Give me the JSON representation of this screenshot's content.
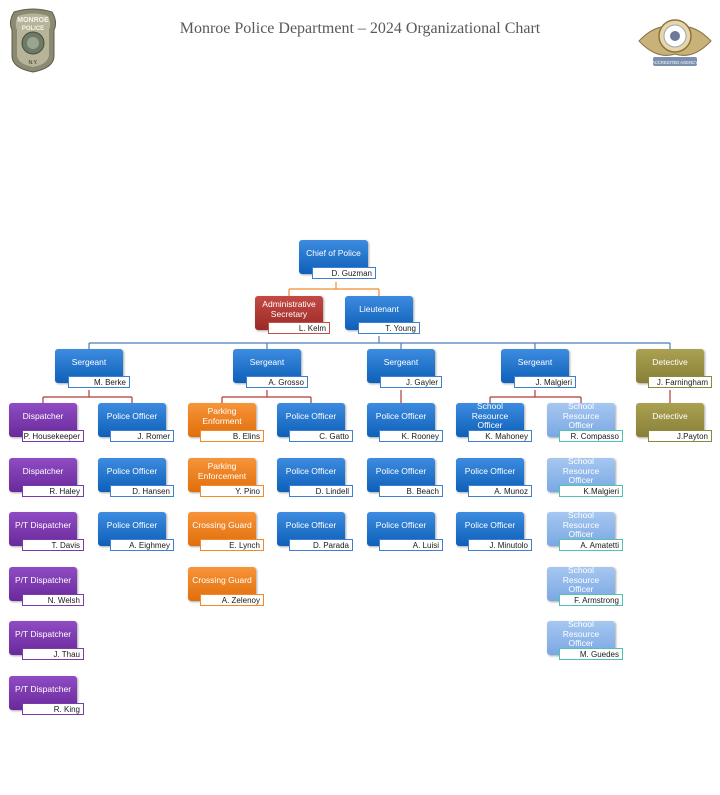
{
  "header": {
    "title": "Monroe Police Department – 2024 Organizational Chart",
    "badge_text_top": "MONROE",
    "badge_text_mid": "POLICE",
    "badge_text_bottom": "N.Y.",
    "seal_text": "ACCREDITED AGENCY"
  },
  "nodes": {
    "chief": {
      "title": "Chief of Police",
      "name": "D. Guzman"
    },
    "admin_sec": {
      "title": "Administrative\nSecretary",
      "name": "L. Kelm"
    },
    "lieutenant": {
      "title": "Lieutenant",
      "name": "T. Young"
    },
    "sgt_berke": {
      "title": "Sergeant",
      "name": "M. Berke"
    },
    "sgt_grosso": {
      "title": "Sergeant",
      "name": "A. Grosso"
    },
    "sgt_gayler": {
      "title": "Sergeant",
      "name": "J. Gayler"
    },
    "sgt_malgieri": {
      "title": "Sergeant",
      "name": "J. Malgieri"
    },
    "det_farningham": {
      "title": "Detective",
      "name": "J. Farningham"
    },
    "det_payton": {
      "title": "Detective",
      "name": "J.Payton"
    },
    "disp_housekeeper": {
      "title": "Dispatcher",
      "name": "P. Housekeeper"
    },
    "disp_haley": {
      "title": "Dispatcher",
      "name": "R. Haley"
    },
    "pt_davis": {
      "title": "P/T Dispatcher",
      "name": "T. Davis"
    },
    "pt_welsh": {
      "title": "P/T Dispatcher",
      "name": "N. Welsh"
    },
    "pt_thau": {
      "title": "P/T Dispatcher",
      "name": "J. Thau"
    },
    "pt_king": {
      "title": "P/T Dispatcher",
      "name": "R. King"
    },
    "po_romer": {
      "title": "Police Officer",
      "name": "J. Romer"
    },
    "po_hansen": {
      "title": "Police Officer",
      "name": "D. Hansen"
    },
    "po_eighmey": {
      "title": "Police Officer",
      "name": "A. Eighmey"
    },
    "pk_elins": {
      "title": "Parking\nEnforment",
      "name": "B. Elins"
    },
    "pk_pino": {
      "title": "Parking\nEnforcement",
      "name": "Y. Pino"
    },
    "cg_lynch": {
      "title": "Crossing Guard",
      "name": "E. Lynch"
    },
    "cg_zelenoy": {
      "title": "Crossing Guard",
      "name": "A. Zelenoy"
    },
    "po_gatto": {
      "title": "Police Officer",
      "name": "C. Gatto"
    },
    "po_lindell": {
      "title": "Police Officer",
      "name": "D. Lindell"
    },
    "po_parada": {
      "title": "Police Officer",
      "name": "D. Parada"
    },
    "po_rooney": {
      "title": "Police Officer",
      "name": "K. Rooney"
    },
    "po_beach": {
      "title": "Police Officer",
      "name": "B. Beach"
    },
    "po_luisi": {
      "title": "Police Officer",
      "name": "A. Luisi"
    },
    "sro_mahoney": {
      "title": "School Resource\nOfficer",
      "name": "K. Mahoney"
    },
    "po_munoz": {
      "title": "Police Officer",
      "name": "A. Munoz"
    },
    "po_minutolo": {
      "title": "Police Officer",
      "name": "J. Minutolo"
    },
    "sro_compasso": {
      "title": "School Resource\nOfficer",
      "name": "R. Compasso"
    },
    "sro_kmalgieri": {
      "title": "School Resource\nOfficer",
      "name": "K.Malgieri"
    },
    "sro_amatetti": {
      "title": "School Resource\nOfficer",
      "name": "A. Amatetti"
    },
    "sro_armstrong": {
      "title": "School Resource\nOfficer",
      "name": "F. Armstrong"
    },
    "sro_guedes": {
      "title": "School Resource\nOfficer",
      "name": "M. Guedes"
    }
  },
  "colors": {
    "blue": "#0d5fb8",
    "red": "#9b2a26",
    "purple": "#6a2a9a",
    "orange": "#e06f0a",
    "light_blue": "#7aa8e4",
    "olive": "#878036",
    "connector_blue": "#4a7ebb",
    "connector_orange": "#f28a2a",
    "connector_red": "#b13b36"
  }
}
